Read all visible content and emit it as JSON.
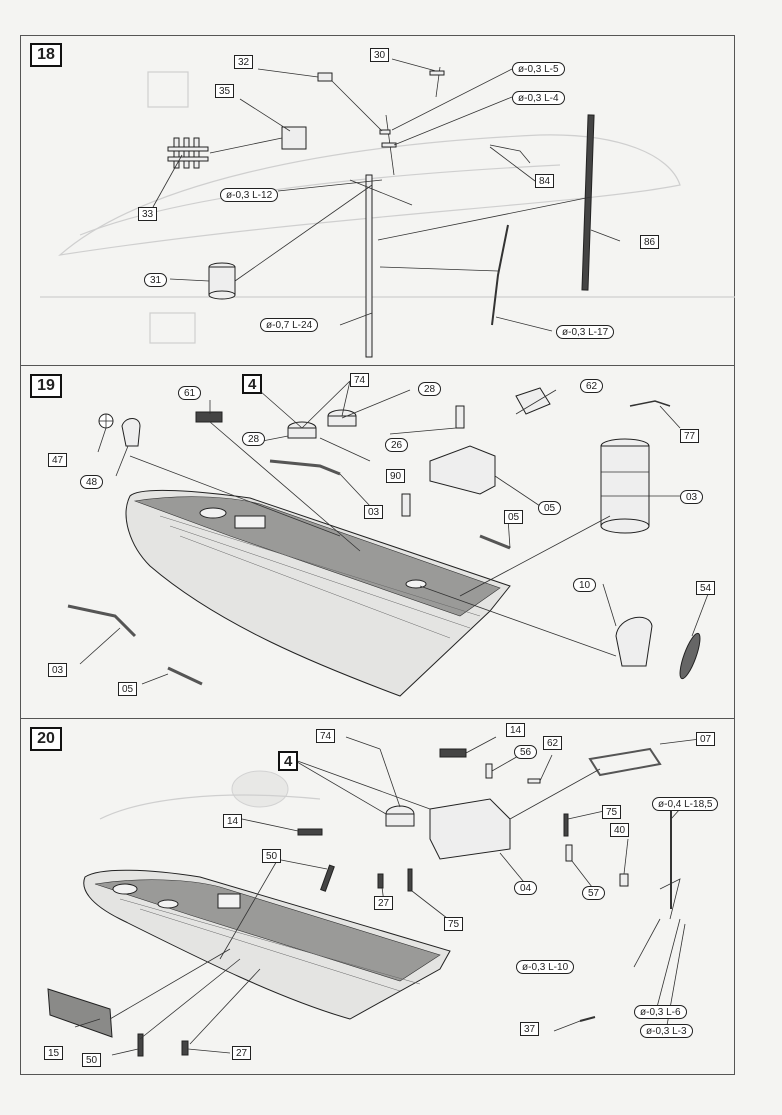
{
  "steps": {
    "s18": {
      "number": "18",
      "labels": {
        "l32": "32",
        "l30": "30",
        "l35": "35",
        "l33": "33",
        "l31": "31",
        "l84": "84",
        "l86": "86",
        "wire_05": "ø-0,3 L-5",
        "wire_04": "ø-0,3 L-4",
        "wire_12": "ø-0,3 L-12",
        "wire_24": "ø-0,7 L-24",
        "wire_17": "ø-0,3 L-17"
      }
    },
    "s19": {
      "number": "19",
      "labels": {
        "l61": "61",
        "l4": "4",
        "l74": "74",
        "l28a": "28",
        "l62": "62",
        "l77": "77",
        "l47": "47",
        "l48": "48",
        "l28b": "28",
        "l26": "26",
        "l90": "90",
        "l03a": "03",
        "l05a": "05",
        "l05b": "05",
        "l03b": "03",
        "l10": "10",
        "l54": "54",
        "l03c": "03",
        "l05c": "05"
      }
    },
    "s20": {
      "number": "20",
      "labels": {
        "l74": "74",
        "l14a": "14",
        "l07": "07",
        "l4": "4",
        "l56": "56",
        "l62": "62",
        "wire_185": "ø-0,4 L-18,5",
        "l75a": "75",
        "l14b": "14",
        "l40": "40",
        "l50a": "50",
        "l27a": "27",
        "l04": "04",
        "l57": "57",
        "l75b": "75",
        "wire_10": "ø-0,3 L-10",
        "l37": "37",
        "wire_6": "ø-0,3 L-6",
        "wire_3": "ø-0,3 L-3",
        "l15": "15",
        "l50b": "50",
        "l27b": "27"
      }
    }
  }
}
